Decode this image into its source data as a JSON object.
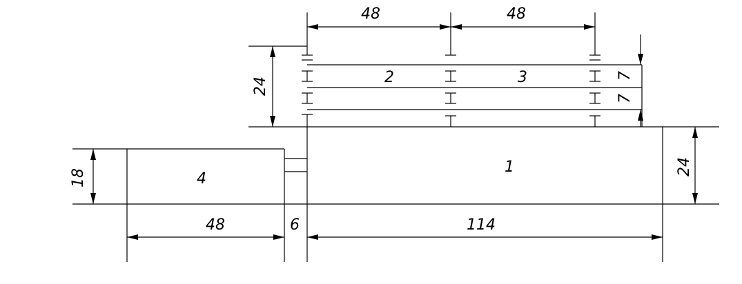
{
  "drawing": {
    "part_labels": {
      "part_1": "1",
      "part_2": "2",
      "part_3": "3",
      "part_4": "4"
    },
    "dimensions": {
      "top_span_left": "48",
      "top_span_right": "48",
      "stack_height": "24",
      "layer_upper": "7",
      "layer_lower": "7",
      "base_height": "24",
      "left_block_height": "18",
      "left_block_width": "48",
      "gap_width": "6",
      "base_width": "114"
    }
  }
}
